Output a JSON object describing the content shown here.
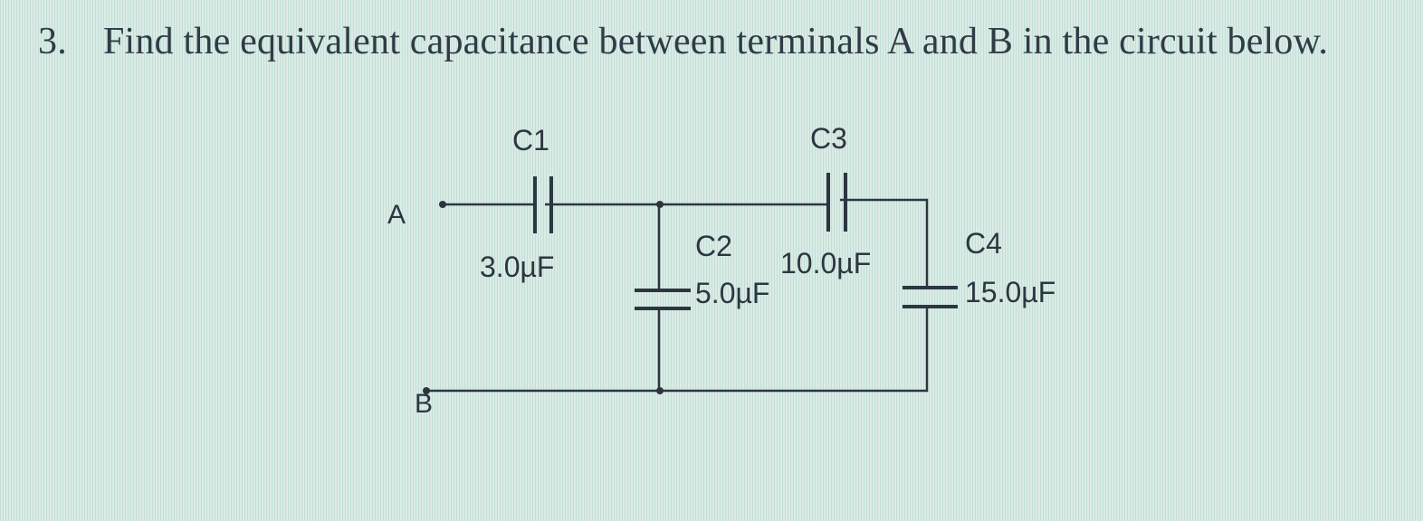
{
  "question": {
    "number": "3.",
    "text": "Find the equivalent capacitance between terminals A and B in the circuit below."
  },
  "circuit": {
    "terminals": {
      "a": "A",
      "b": "B"
    },
    "components": [
      {
        "id": "C1",
        "name": "C1",
        "value": "3.0µF",
        "connection": "series from A to node"
      },
      {
        "id": "C2",
        "name": "C2",
        "value": "5.0µF",
        "connection": "node to B"
      },
      {
        "id": "C3",
        "name": "C3",
        "value": "10.0µF",
        "connection": "node to right branch"
      },
      {
        "id": "C4",
        "name": "C4",
        "value": "15.0µF",
        "connection": "right branch to B"
      }
    ],
    "colors": {
      "wire": "#2c3640",
      "text": "#2c3640",
      "background": "#dcebe6"
    }
  },
  "labels": {
    "c1_name": "C1",
    "c1_value": "3.0µF",
    "c2_name": "C2",
    "c2_value": "5.0µF",
    "c3_name": "C3",
    "c3_value": "10.0µF",
    "c4_name": "C4",
    "c4_value": "15.0µF",
    "terminal_a": "A",
    "terminal_b": "B"
  }
}
